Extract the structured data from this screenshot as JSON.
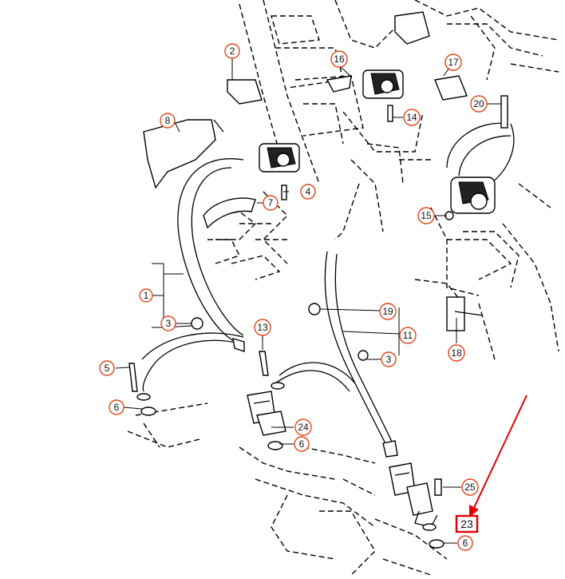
{
  "callouts": {
    "c1": "1",
    "c2": "2",
    "c3a": "3",
    "c3b": "3",
    "c4": "4",
    "c5": "5",
    "c6a": "6",
    "c6b": "6",
    "c6c": "6",
    "c7": "7",
    "c8": "8",
    "c11": "11",
    "c13": "13",
    "c14": "14",
    "c15": "15",
    "c16": "16",
    "c17": "17",
    "c18": "18",
    "c19": "19",
    "c20": "20",
    "c23": "23",
    "c24": "24",
    "c25": "25"
  },
  "highlight": {
    "label": "23",
    "color": "#e00000"
  },
  "accent": {
    "callout_ring": "#e0441b"
  }
}
